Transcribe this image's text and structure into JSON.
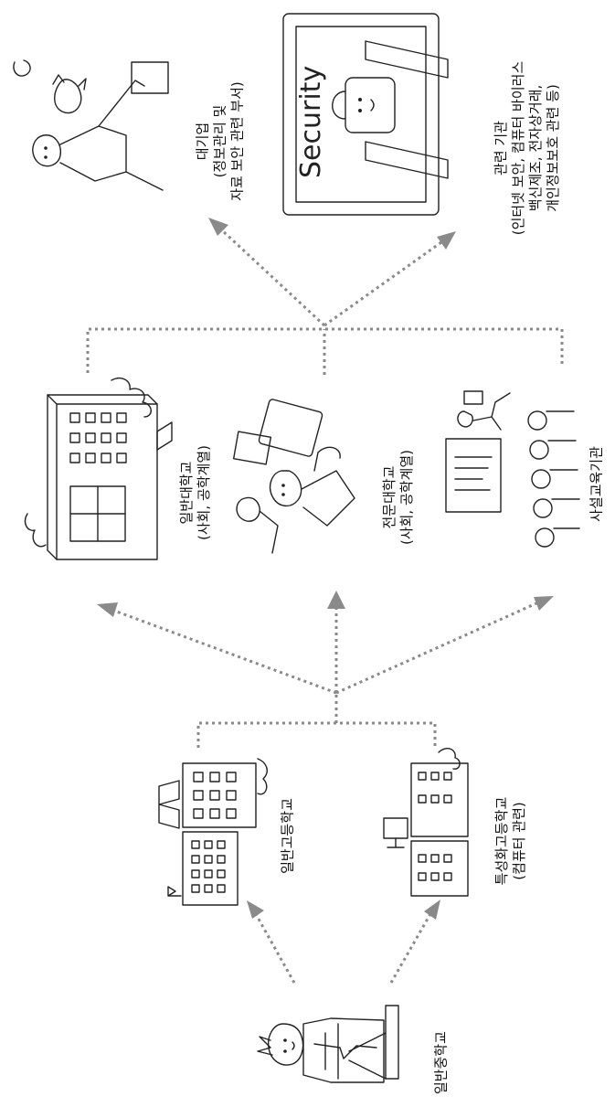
{
  "nodes": {
    "middle_school": {
      "label": "일반중학교"
    },
    "general_high": {
      "label": "일반고등학교"
    },
    "specialized_high": {
      "label": "특성화고등학교",
      "sub": "(컴퓨터 관련)"
    },
    "general_university": {
      "label": "일반대학교",
      "sub": "(사회, 공학계열)"
    },
    "college": {
      "label": "전문대학교",
      "sub": "(사회, 공학계열)"
    },
    "private_institute": {
      "label": "사설교육기관"
    },
    "corporation": {
      "label": "대기업",
      "sub1": "(정보관리 및",
      "sub2": "자료 보안 관련 부서)"
    },
    "related_org": {
      "label": "관련 기관",
      "sub1": "(인터넷 보안, 컴퓨터 바이러스",
      "sub2": "백신제조, 전자상거래,",
      "sub3": "개인정보보호 관련 등)"
    }
  },
  "illustration_text": {
    "security_sign": "Security"
  },
  "colors": {
    "connector": "#8a8a8a",
    "ink": "#222222",
    "background": "#ffffff"
  }
}
